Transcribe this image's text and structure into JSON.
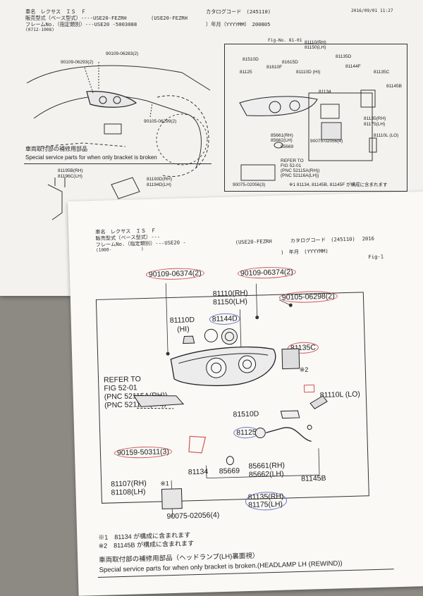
{
  "back_sheet": {
    "header": {
      "car_name": "車名　レクサス　ＩＳ　Ｆ",
      "sales_model": "販売型式（ベース型式）----USE20-FEZRH",
      "sales_model_2": "(USE20-FEZRH",
      "frame": "フレームNo.（指定類別）---USE20 -5003088",
      "period": "(0712-1008)",
      "catalog": "カタログコード　(245110)",
      "year": "）年月（YYYYMM）　200805",
      "timestamp": "2016/09/01 11:27",
      "fig": "Fig-No. 81-01"
    },
    "car_labels": [
      "90109-06283(2)",
      "90109-06293(2)",
      "90105-06299(2)"
    ],
    "special_title_jp": "車両取付部の補修用部品",
    "special_title_en": "Special service parts for when only bracket is broken",
    "bracket_labels": [
      "81195B(RH)",
      "81196C(LH)",
      "81193D(RH)",
      "81194D(LH)"
    ],
    "exploded_labels": [
      "81110(RH)",
      "81150(LH)",
      "81510D",
      "81615D",
      "81610F",
      "81125",
      "81110D (HI)",
      "81144F",
      "81135D",
      "81135C",
      "81145B",
      "81134",
      "85661(RH)",
      "85662(LH)",
      "85669",
      "90075-02056(4)",
      "81135(RH)",
      "81175(LH)",
      "81110L (LO)",
      "REFER TO",
      "FIG 52-01",
      "(PNC 52115A(RH))",
      "(PNC 52116A(LH))",
      "90075-02056(3)",
      "※1 81134, 81145B, 81145F が構成に含まれます"
    ]
  },
  "front_sheet": {
    "header": {
      "car_name": "車名　レクサス　ＩＳ　Ｆ",
      "sales_model": "販売型式（ベース型式）---",
      "frame": "フレームNo.（指定類別）---USE20 -",
      "period": "(1008-",
      "period_close": ")",
      "sales_model_2": "(USE20-FEZRH",
      "catalog": "カタログコード　(245110)",
      "year_prefix": "2016",
      "year": ")　年月　(YYYYMM)",
      "fig": "Fig-1"
    },
    "parts": {
      "p_90109_a": "90109-06374(2)",
      "p_90109_b": "90109-06374(2)",
      "p_81110": "81110(RH)",
      "p_81150": "81150(LH)",
      "p_90105": "90105-06298(2)",
      "p_81110d": "81110D",
      "p_hi": "(HI)",
      "p_81144d": "81144D",
      "p_81135c": "81135C",
      "p_note2": "※2",
      "p_refer1": "REFER TO",
      "p_refer2": "FIG 52-01",
      "p_refer3": "(PNC 52115A(RH))",
      "p_refer4": "(PNC 52116A(LH))",
      "p_81110l": "81110L (LO)",
      "p_81510d": "81510D",
      "p_81125": "81125",
      "p_90159": "90159-50311(3)",
      "p_81107": "81107(RH)",
      "p_81108": "81108(LH)",
      "p_note1": "※1",
      "p_81134": "81134",
      "p_85669": "85669",
      "p_85661": "85661(RH)",
      "p_85662": "85662(LH)",
      "p_81145b": "81145B",
      "p_81135": "81135(RH)",
      "p_81175": "81175(LH)",
      "p_90075": "90075-02056(4)"
    },
    "notes": [
      "※1　81134 が構成に含まれます",
      "※2　81145B が構成に含まれます"
    ],
    "special_title_jp": "車両取付部の補修用部品（ヘッドランプ(LH)裏面視）",
    "special_title_en": "Special service parts for when only bracket is broken.(HEADLAMP LH (REWIND))"
  },
  "colors": {
    "paper": "#faf9f6",
    "ink": "#1d1d1d",
    "red_pen": "#d25656",
    "blue_pen": "#6a74c8",
    "table": "#8d8a84"
  }
}
